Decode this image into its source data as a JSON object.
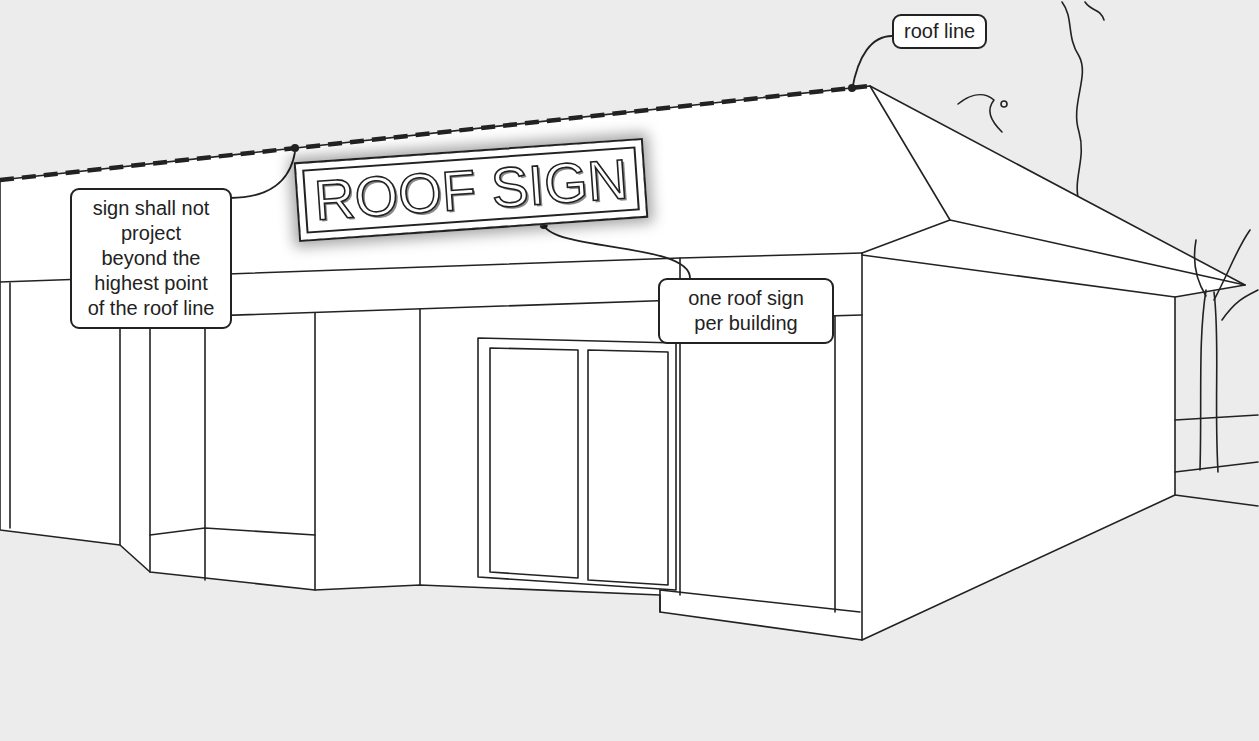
{
  "diagram": {
    "nodes": [
      {
        "text": [
          "roof line"
        ]
      },
      {
        "text": [
          "ROOF SIGN"
        ]
      },
      {
        "text": [
          "sign shall not project beyond the highest point of the roof line"
        ]
      },
      {
        "text": [
          "one roof sign per building"
        ]
      }
    ],
    "edges": [
      {
        "from": 3,
        "to": 1,
        "arrow": "none"
      }
    ]
  }
}
